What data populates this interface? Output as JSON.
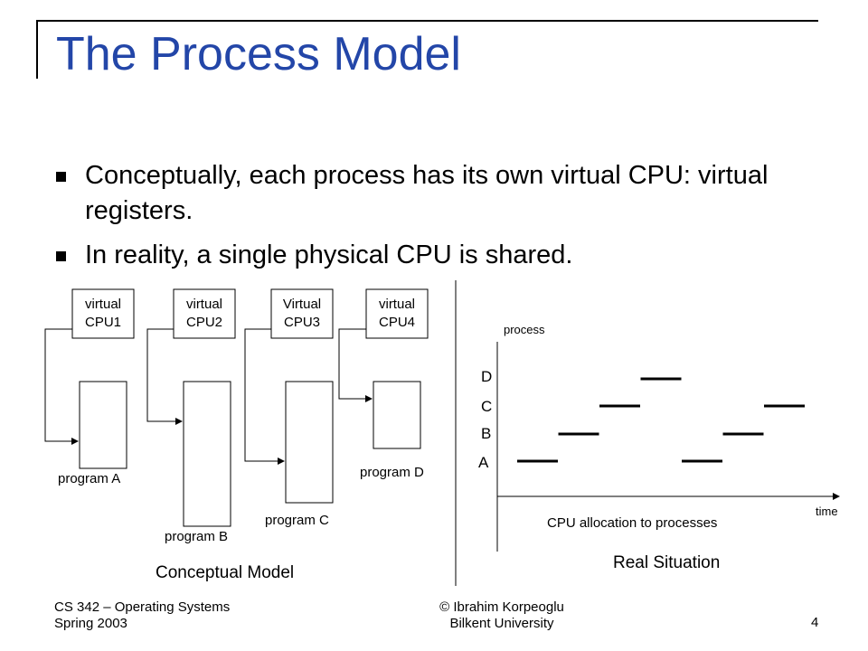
{
  "slide": {
    "title": "The Process Model",
    "bullets": [
      "Conceptually, each process has its own virtual CPU: virtual registers.",
      "In reality, a single physical CPU is shared."
    ]
  },
  "conceptual_model": {
    "caption": "Conceptual Model",
    "cpus": [
      {
        "line1": "virtual",
        "line2": "CPU1"
      },
      {
        "line1": "virtual",
        "line2": "CPU2"
      },
      {
        "line1": "Virtual",
        "line2": "CPU3"
      },
      {
        "line1": "virtual",
        "line2": "CPU4"
      }
    ],
    "programs": [
      "program A",
      "program B",
      "program C",
      "program D"
    ]
  },
  "real_situation": {
    "caption": "Real Situation",
    "y_axis_label": "process",
    "x_axis_label": "time",
    "chart_caption": "CPU allocation to processes",
    "process_labels": [
      "D",
      "C",
      "B",
      "A"
    ],
    "allocation_order": [
      "A",
      "B",
      "C",
      "D",
      "A",
      "B",
      "C"
    ]
  },
  "footer": {
    "course_line1": "CS 342 – Operating Systems",
    "course_line2": "Spring 2003",
    "author_line1": "© Ibrahim Korpeoglu",
    "author_line2": "Bilkent University",
    "page_number": "4"
  }
}
